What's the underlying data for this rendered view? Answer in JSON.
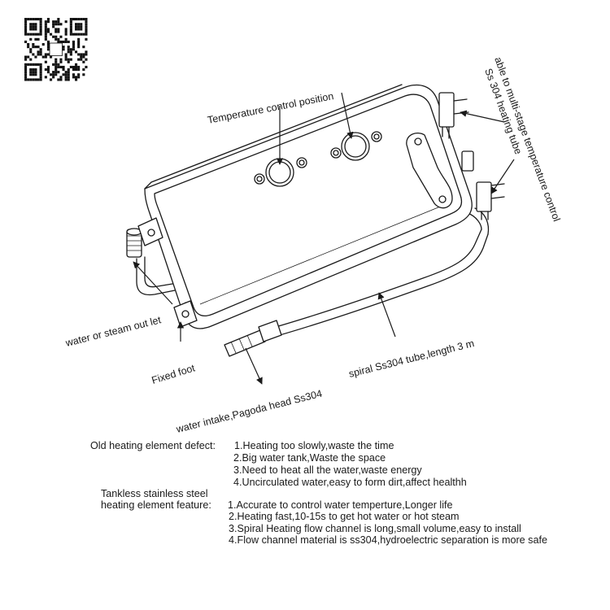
{
  "callouts": {
    "temperature_control": "Temperature control position",
    "multi_stage": "able to multi-stage temperature control",
    "heating_tube": "Ss 304  heating tube",
    "outlet": "water or steam out let",
    "fixed_foot": "Fixed foot",
    "spiral_tube": "spiral Ss304 tube,length 3 m",
    "water_intake": "water intake,Pagoda head Ss304"
  },
  "old": {
    "label": "Old heating element defect:",
    "items": [
      "1.Heating too slowly,waste the time",
      "2.Big water tank,Waste the space",
      "3.Need to heat all the water,waste energy",
      "4.Uncirculated water,easy to form dirt,affect healthh"
    ]
  },
  "new": {
    "label_line1": "Tankless stainless steel",
    "label_line2": "heating element feature:",
    "items": [
      "1.Accurate to control water temperture,Longer life",
      "2.Heating fast,10-15s to get hot water or hot steam",
      "3.Spiral Heating flow channel is long,small volume,easy to install",
      "4.Flow channel material is ss304,hydroelectric separation is more safe"
    ]
  }
}
